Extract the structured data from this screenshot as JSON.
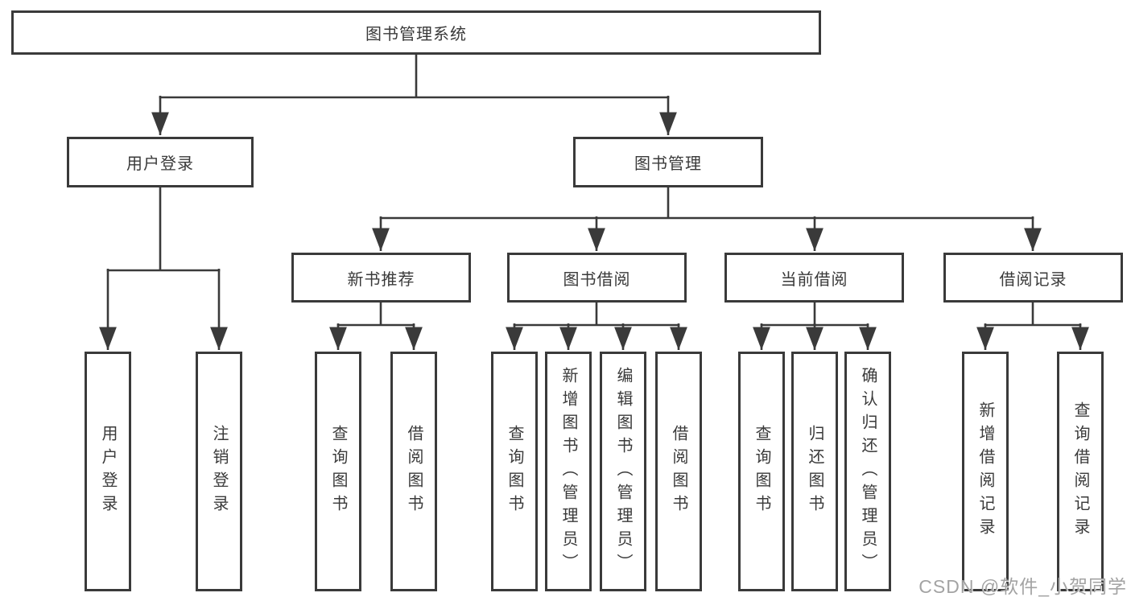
{
  "diagram_title": "图书管理系统",
  "tree": {
    "label": "图书管理系统",
    "children": [
      {
        "label": "用户登录",
        "children": [
          {
            "label": "用户登录"
          },
          {
            "label": "注销登录"
          }
        ]
      },
      {
        "label": "图书管理",
        "children": [
          {
            "label": "新书推荐",
            "children": [
              {
                "label": "查询图书"
              },
              {
                "label": "借阅图书"
              }
            ]
          },
          {
            "label": "图书借阅",
            "children": [
              {
                "label": "查询图书"
              },
              {
                "label": "新增图书（管理员）"
              },
              {
                "label": "编辑图书（管理员）"
              },
              {
                "label": "借阅图书"
              }
            ]
          },
          {
            "label": "当前借阅",
            "children": [
              {
                "label": "查询图书"
              },
              {
                "label": "归还图书"
              },
              {
                "label": "确认归还（管理员）"
              }
            ]
          },
          {
            "label": "借阅记录",
            "children": [
              {
                "label": "新增借阅记录"
              },
              {
                "label": "查询借阅记录"
              }
            ]
          }
        ]
      }
    ]
  },
  "watermark": "CSDN @软件_小贺同学",
  "colors": {
    "line": "#3a3a3a",
    "text": "#3a3a3a",
    "background": "#ffffff",
    "watermark": "#9f9f9f"
  }
}
